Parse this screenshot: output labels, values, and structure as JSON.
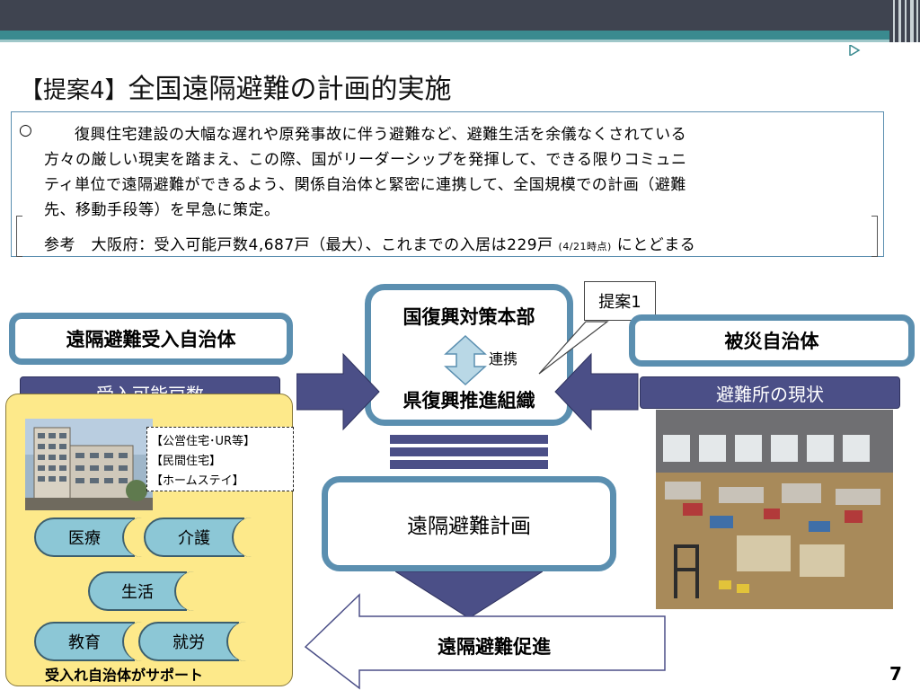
{
  "slide": {
    "title_tag": "【提案4】",
    "title_main": "全国遠隔避難の計画的実施",
    "page_number": "7"
  },
  "summary": {
    "bullet": "○",
    "line1": "復興住宅建設の大幅な遅れや原発事故に伴う避難など、避難生活を余儀なくされている",
    "line2": "方々の厳しい現実を踏まえ、この際、国がリーダーシップを発揮して、できる限りコミュニ",
    "line3": "ティ単位で遠隔避難ができるよう、関係自治体と緊密に連携して、全国規模での計画（避難",
    "line4": "先、移動手段等）を早急に策定。",
    "ref_prefix": "参考　大阪府：受入可能戸数4,687戸（最大）、これまでの入居は229戸",
    "ref_note": "(4/21時点)",
    "ref_suffix": "にとどまる"
  },
  "diagram": {
    "receiving": "遠隔避難受入自治体",
    "receiving_label": "受入可能戸数",
    "housing_types": [
      "【公営住宅･UR等】",
      "【民間住宅】",
      "【ホームステイ】"
    ],
    "support_items": [
      "医療",
      "介護",
      "生活",
      "教育",
      "就労"
    ],
    "support_caption": "受入れ自治体がサポート",
    "national_hq": "国復興対策本部",
    "coordination": "連携",
    "prefecture_org": "県復興推進組織",
    "callout": "提案1",
    "disaster": "被災自治体",
    "shelter_label": "避難所の現状",
    "plan": "遠隔避難計画",
    "promotion": "遠隔避難促進"
  },
  "colors": {
    "navy": "#4b4f87",
    "teal_border": "#5b8fb0",
    "pill_fill": "#8cc7d6",
    "yellow_panel": "#fde98a"
  }
}
